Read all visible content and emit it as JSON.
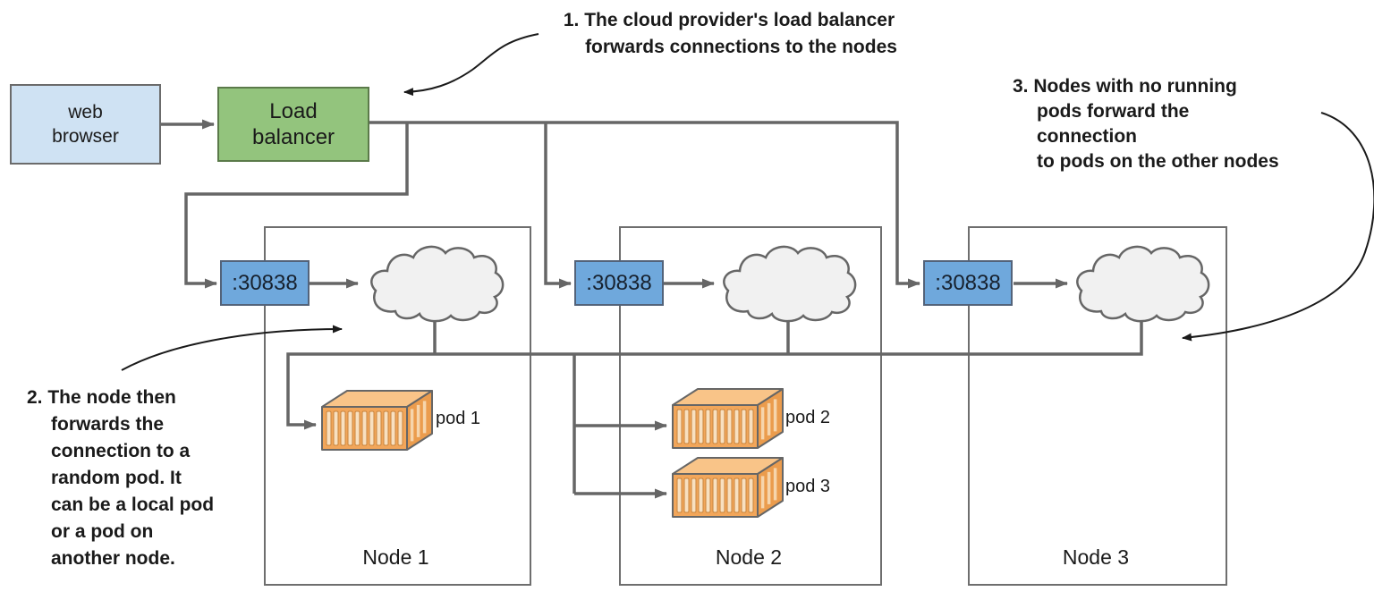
{
  "colors": {
    "browser_fill": "#cfe2f3",
    "load_balancer_fill": "#93c47d",
    "port_fill": "#6fa8dc",
    "pod_fill": "#f2a65a",
    "cloud_fill": "#f1f1f1",
    "connector": "#666666",
    "annotation_ink": "#1a1a1a"
  },
  "web_browser": {
    "lines": [
      "web",
      "browser"
    ]
  },
  "load_balancer": {
    "lines": [
      "Load",
      "balancer"
    ]
  },
  "port_label": ":30838",
  "nodes": [
    {
      "label": "Node 1"
    },
    {
      "label": "Node 2"
    },
    {
      "label": "Node 3"
    }
  ],
  "pods": [
    {
      "label": "pod 1"
    },
    {
      "label": "pod 2"
    },
    {
      "label": "pod 3"
    }
  ],
  "annotations": {
    "step1": {
      "lines": [
        "1. The cloud provider's load balancer",
        "forwards connections to the nodes"
      ]
    },
    "step2": {
      "lines": [
        "2. The node then",
        "forwards the",
        "connection to a",
        "random pod. It",
        "can be a local pod",
        "or a pod on",
        "another node."
      ]
    },
    "step3": {
      "lines": [
        "3. Nodes with no running",
        "pods forward the connection",
        "to pods on the other nodes"
      ]
    }
  }
}
